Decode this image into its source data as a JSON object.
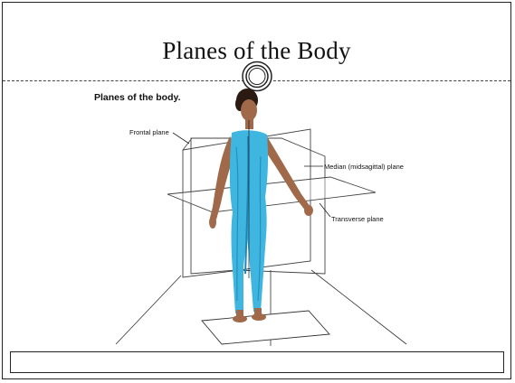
{
  "slide": {
    "title": "Planes of the Body"
  },
  "figure": {
    "caption": "Planes of the body.",
    "labels": {
      "frontal": "Frontal plane",
      "median": "Median (midsagittal) plane",
      "transverse": "Transverse plane"
    },
    "colors": {
      "body": "#3fb6e0",
      "body_dark": "#1f86b8",
      "skin": "#a0694a",
      "hair": "#2b1a12"
    }
  }
}
